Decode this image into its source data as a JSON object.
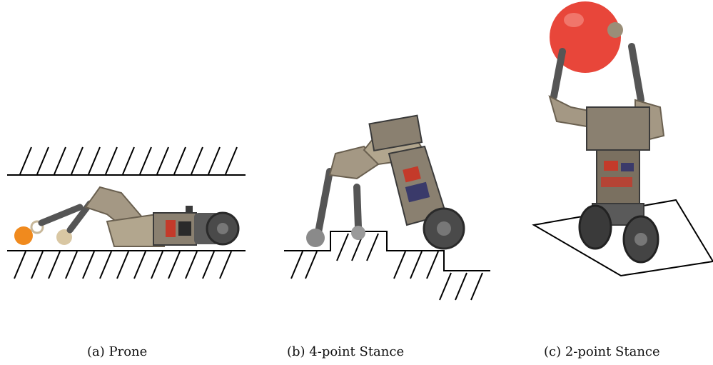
{
  "figure": {
    "panels": [
      {
        "id": "a",
        "caption": "(a) Prone",
        "label": "prone"
      },
      {
        "id": "b",
        "caption": "(b) 4-point Stance",
        "label": "4-point-stance"
      },
      {
        "id": "c",
        "caption": "(c) 2-point Stance",
        "label": "2-point-stance"
      }
    ]
  },
  "colors": {
    "ball_orange": "#f08a1e",
    "balloon_red": "#e8463a",
    "robot_frame": "#8a8070",
    "robot_dark": "#3a3a3a",
    "robot_accent": "#c43a2a",
    "ground_line": "#000000"
  }
}
